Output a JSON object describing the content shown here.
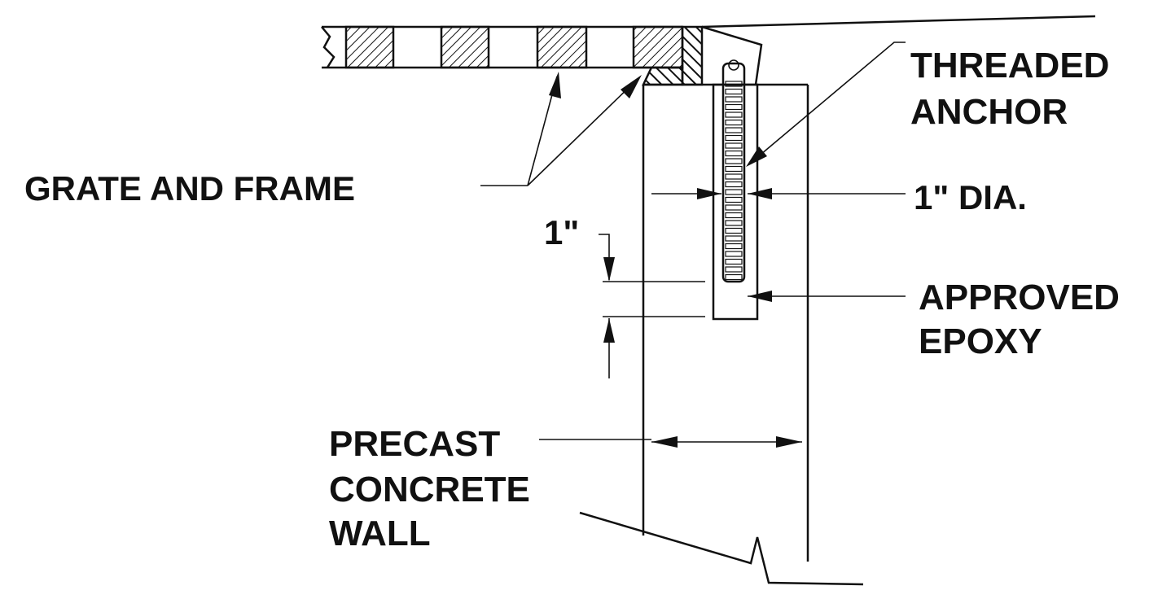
{
  "labels": {
    "threaded_anchor_line1": "THREADED",
    "threaded_anchor_line2": "ANCHOR",
    "grate_and_frame": "GRATE AND FRAME",
    "dia": "1\" DIA.",
    "embed": "1\"",
    "approved_epoxy_line1": "APPROVED",
    "approved_epoxy_line2": "EPOXY",
    "precast_line1": "PRECAST",
    "precast_line2": "CONCRETE",
    "precast_line3": "WALL"
  },
  "colors": {
    "ink": "#111111",
    "paper": "#ffffff"
  }
}
